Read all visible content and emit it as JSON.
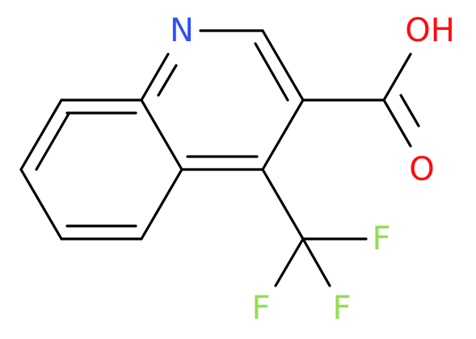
{
  "molecule": {
    "atoms": {
      "nitrogen": "N",
      "hydroxyl": "OH",
      "carbonyl_oxygen": "O",
      "fluorine_right": "F",
      "fluorine_left": "F",
      "fluorine_bottom": "F"
    },
    "colors": {
      "bond": "#000000",
      "nitrogen": "#3050f8",
      "oxygen": "#ff0d0d",
      "fluorine": "#90e050"
    }
  }
}
